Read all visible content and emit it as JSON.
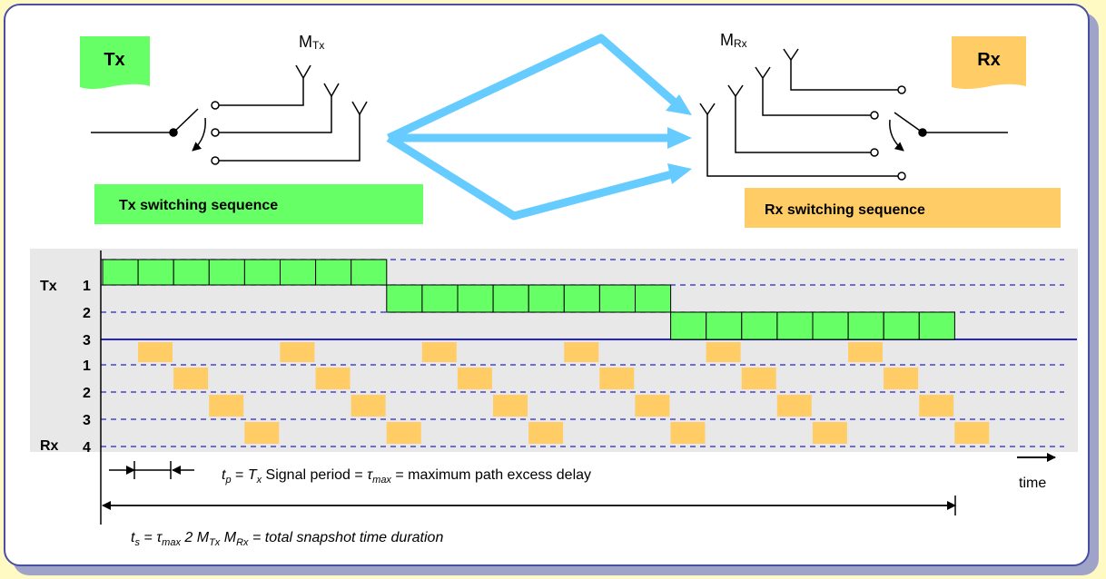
{
  "tx_box": "Tx",
  "rx_box": "Rx",
  "mtx_label": {
    "main": "M",
    "sub": "Tx"
  },
  "mrx_label": {
    "main": "M",
    "sub": "Rx"
  },
  "tx_sequence_label": "Tx switching sequence",
  "rx_sequence_label": "Rx switching sequence",
  "timing": {
    "tx_label": "Tx",
    "rx_label": "Rx",
    "tx_rows": [
      "1",
      "2",
      "3"
    ],
    "rx_rows": [
      "1",
      "2",
      "3",
      "4"
    ],
    "time_label": "time",
    "tp": {
      "t": "t",
      "p": "p",
      "eq1": " = ",
      "T": "T",
      "x": "x",
      "text1": " Signal period = ",
      "tau": "τ",
      "max": "max",
      "text2": " = maximum path excess delay"
    },
    "ts": {
      "t": "t",
      "s": "s",
      "eq1": " = ",
      "tau": "τ",
      "max": "max",
      "two": " 2 ",
      "M1": "M",
      "Tx": "Tx",
      "sp": " ",
      "M2": "M",
      "Rx": "Rx",
      "rest": " = total snapshot time duration"
    }
  },
  "colors": {
    "green": "#66ff66",
    "orange": "#ffcc66",
    "blue_arrow": "#66ccff",
    "row_line": "#2424c8",
    "grid_bg": "#e8e8e8"
  }
}
